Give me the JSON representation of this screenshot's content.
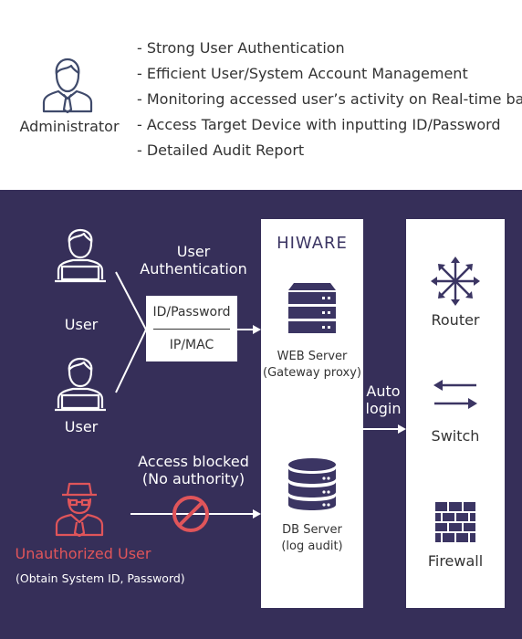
{
  "admin": {
    "label": "Administrator",
    "features": [
      "- Strong User Authentication",
      "- Efficient User/System Account Management",
      "- Monitoring accessed user’s activity on Real-time basis",
      "- Access Target Device with inputting ID/Password",
      "- Detailed Audit Report"
    ]
  },
  "users": {
    "user1": "User",
    "user2": "User"
  },
  "auth": {
    "title": "User\nAuthentication",
    "id_password": "ID/Password",
    "ip_mac": "IP/MAC"
  },
  "hiware": {
    "brand": "HIWARE",
    "web_server": "WEB Server\n(Gateway proxy)",
    "db_server": "DB Server\n(log audit)"
  },
  "auto_login": "Auto\nlogin",
  "blocked": {
    "title": "Access blocked\n(No authority)",
    "actor": "Unauthorized User",
    "note": "(Obtain System ID, Password)"
  },
  "devices": {
    "router": "Router",
    "switch": "Switch",
    "firewall": "Firewall"
  },
  "colors": {
    "background": "#362f59",
    "panel": "#ffffff",
    "alert": "#e0555a",
    "hiware": "#3b3563"
  },
  "icons": [
    "administrator-icon",
    "user-icon",
    "server-icon",
    "database-icon",
    "router-icon",
    "switch-icon",
    "firewall-icon",
    "hacker-icon",
    "blocked-icon"
  ]
}
